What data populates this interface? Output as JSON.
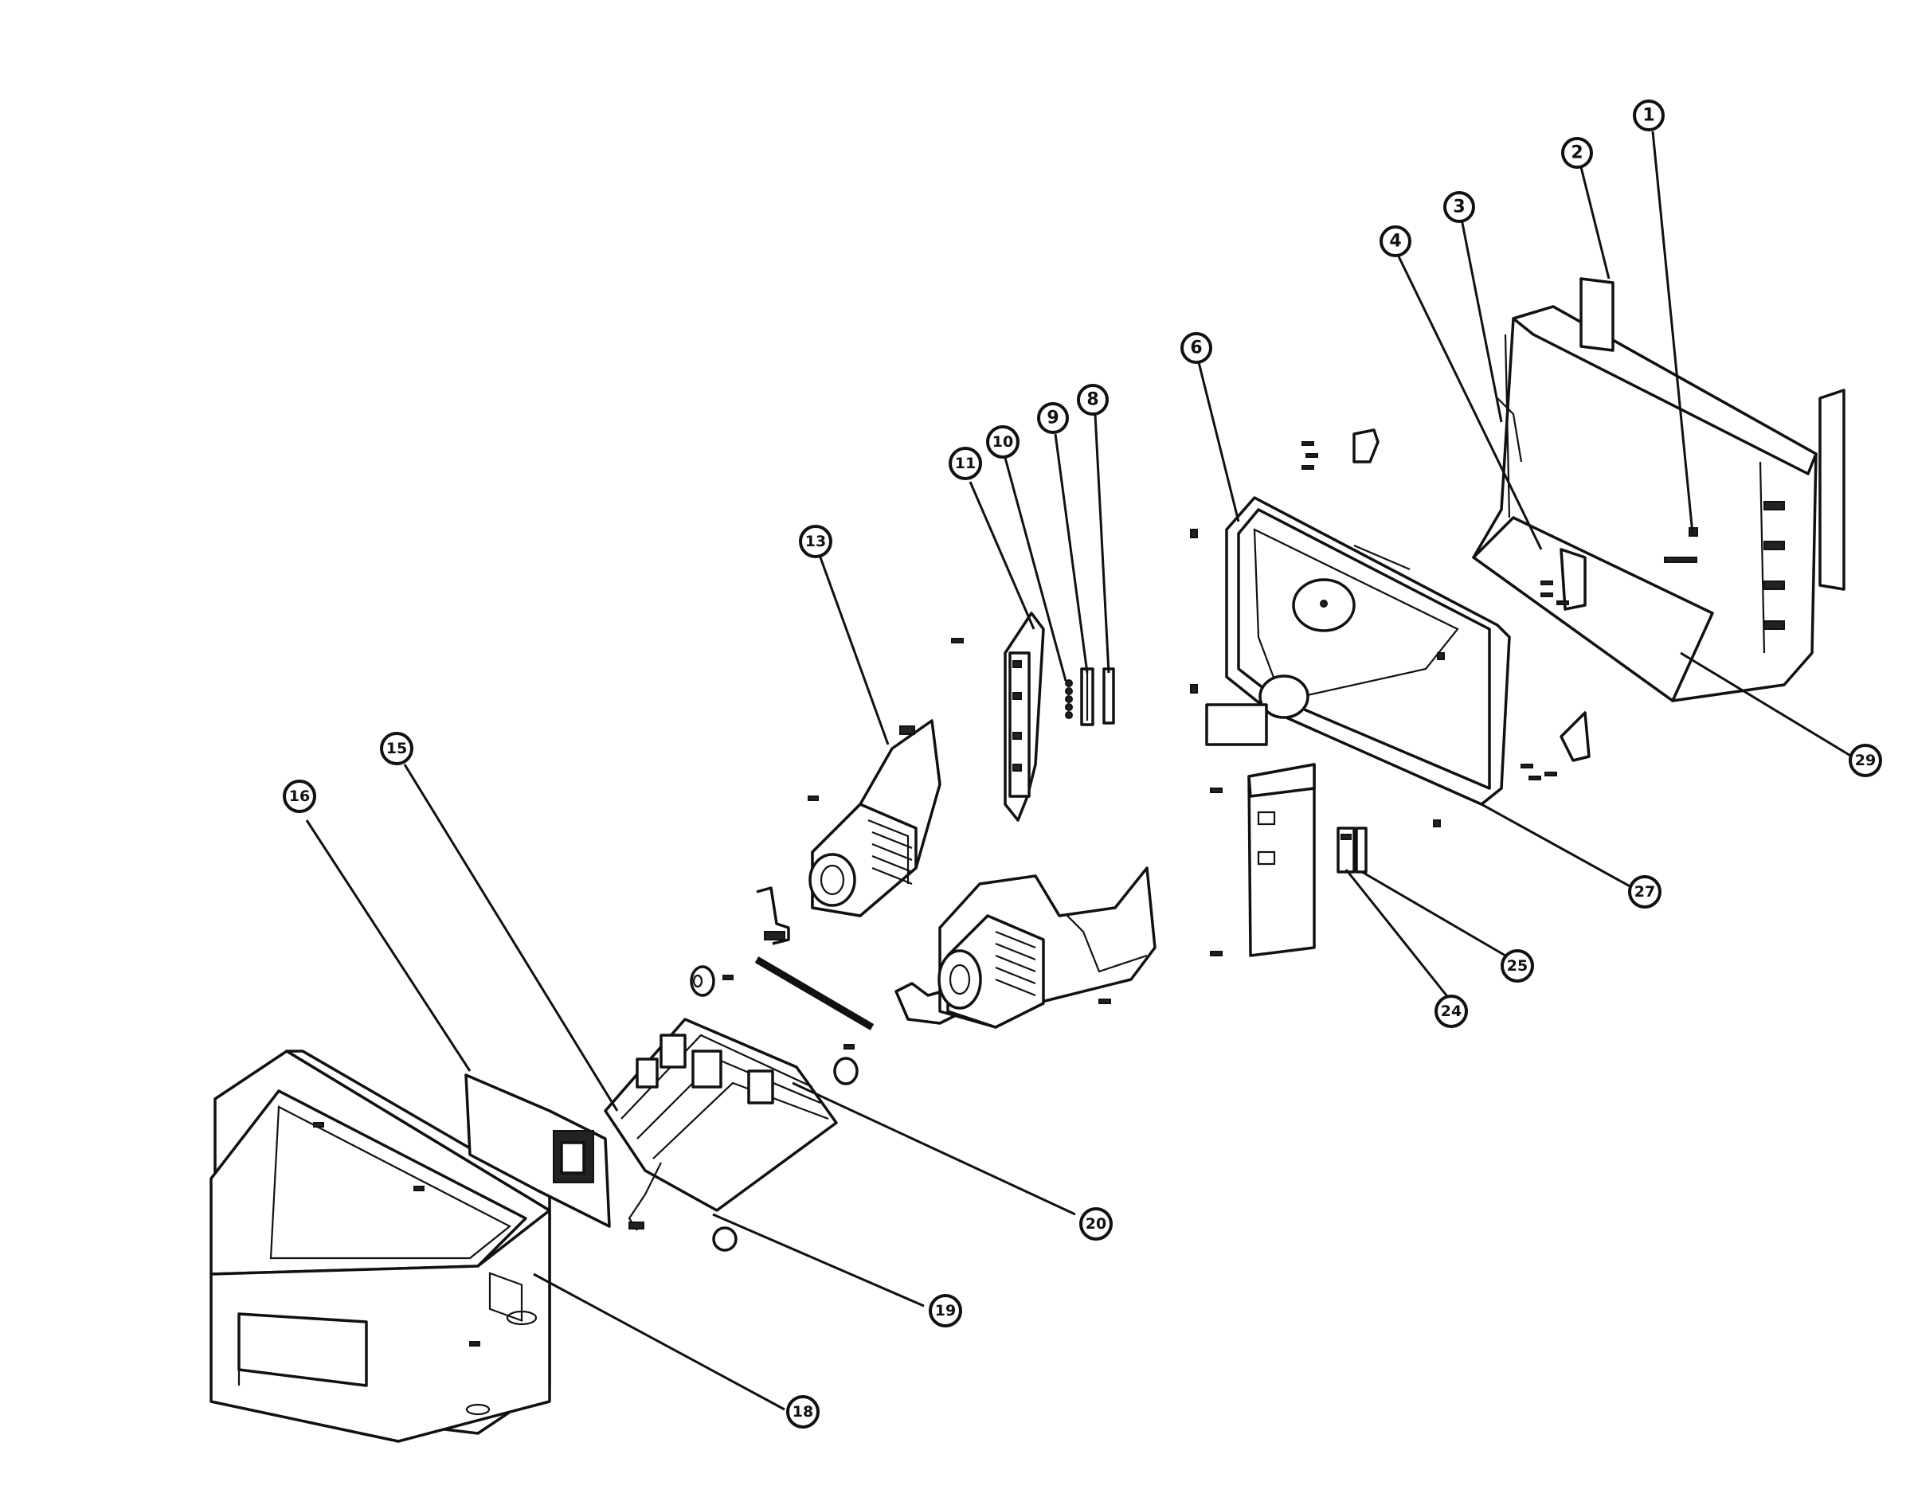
{
  "callouts": [
    {
      "label": "1"
    },
    {
      "label": "2"
    },
    {
      "label": "3"
    },
    {
      "label": "4"
    },
    {
      "label": "6"
    },
    {
      "label": "8"
    },
    {
      "label": "9"
    },
    {
      "label": "10"
    },
    {
      "label": "11"
    },
    {
      "label": "13"
    },
    {
      "label": "15"
    },
    {
      "label": "16"
    },
    {
      "label": "18"
    },
    {
      "label": "19"
    },
    {
      "label": "20"
    },
    {
      "label": "24"
    },
    {
      "label": "25"
    },
    {
      "label": "27"
    },
    {
      "label": "29"
    }
  ]
}
